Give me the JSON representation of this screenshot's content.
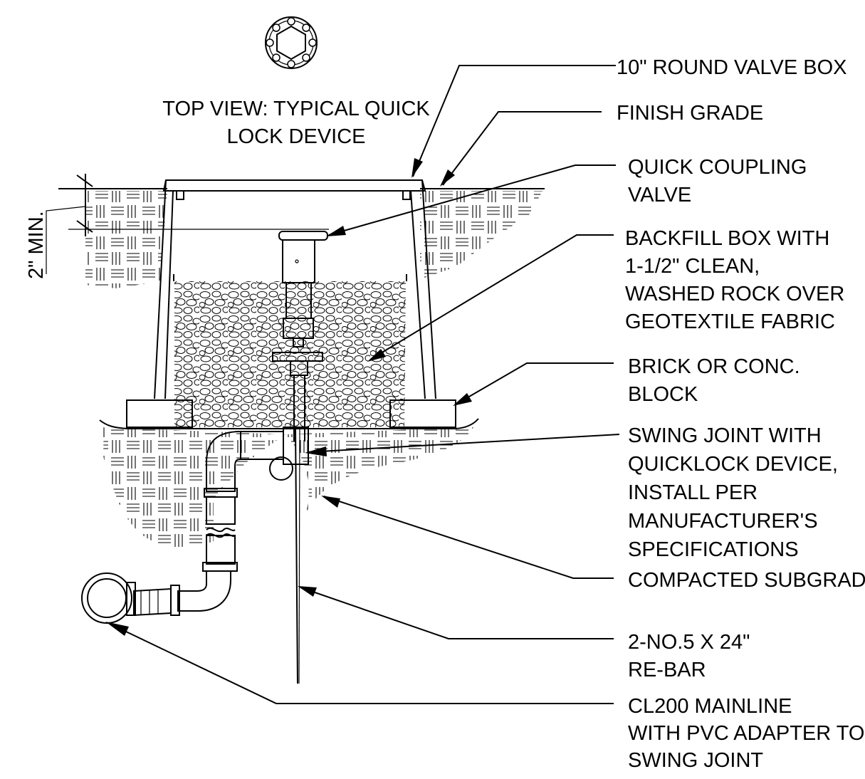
{
  "top_view_title": [
    "TOP VIEW: TYPICAL QUICK",
    "LOCK DEVICE"
  ],
  "dimension_label": "2\" MIN.",
  "callouts": [
    {
      "id": "valve-box",
      "lines": [
        "10\" ROUND VALVE BOX"
      ]
    },
    {
      "id": "finish-grade",
      "lines": [
        "FINISH GRADE"
      ]
    },
    {
      "id": "quick-coupling-valve",
      "lines": [
        "QUICK COUPLING",
        "VALVE"
      ]
    },
    {
      "id": "backfill",
      "lines": [
        "BACKFILL BOX WITH",
        "1-1/2\" CLEAN,",
        "WASHED ROCK OVER",
        "GEOTEXTILE FABRIC"
      ]
    },
    {
      "id": "brick-block",
      "lines": [
        "BRICK OR CONC.",
        "BLOCK"
      ]
    },
    {
      "id": "swing-joint",
      "lines": [
        "SWING JOINT WITH",
        "QUICKLOCK DEVICE,",
        "INSTALL PER",
        "MANUFACTURER'S",
        "SPECIFICATIONS"
      ]
    },
    {
      "id": "compacted-subgrade",
      "lines": [
        "COMPACTED SUBGRADE"
      ]
    },
    {
      "id": "re-bar",
      "lines": [
        "2-NO.5 X 24\"",
        "RE-BAR"
      ]
    },
    {
      "id": "mainline",
      "lines": [
        "CL200 MAINLINE",
        "WITH PVC ADAPTER TO",
        "SWING JOINT"
      ]
    }
  ]
}
